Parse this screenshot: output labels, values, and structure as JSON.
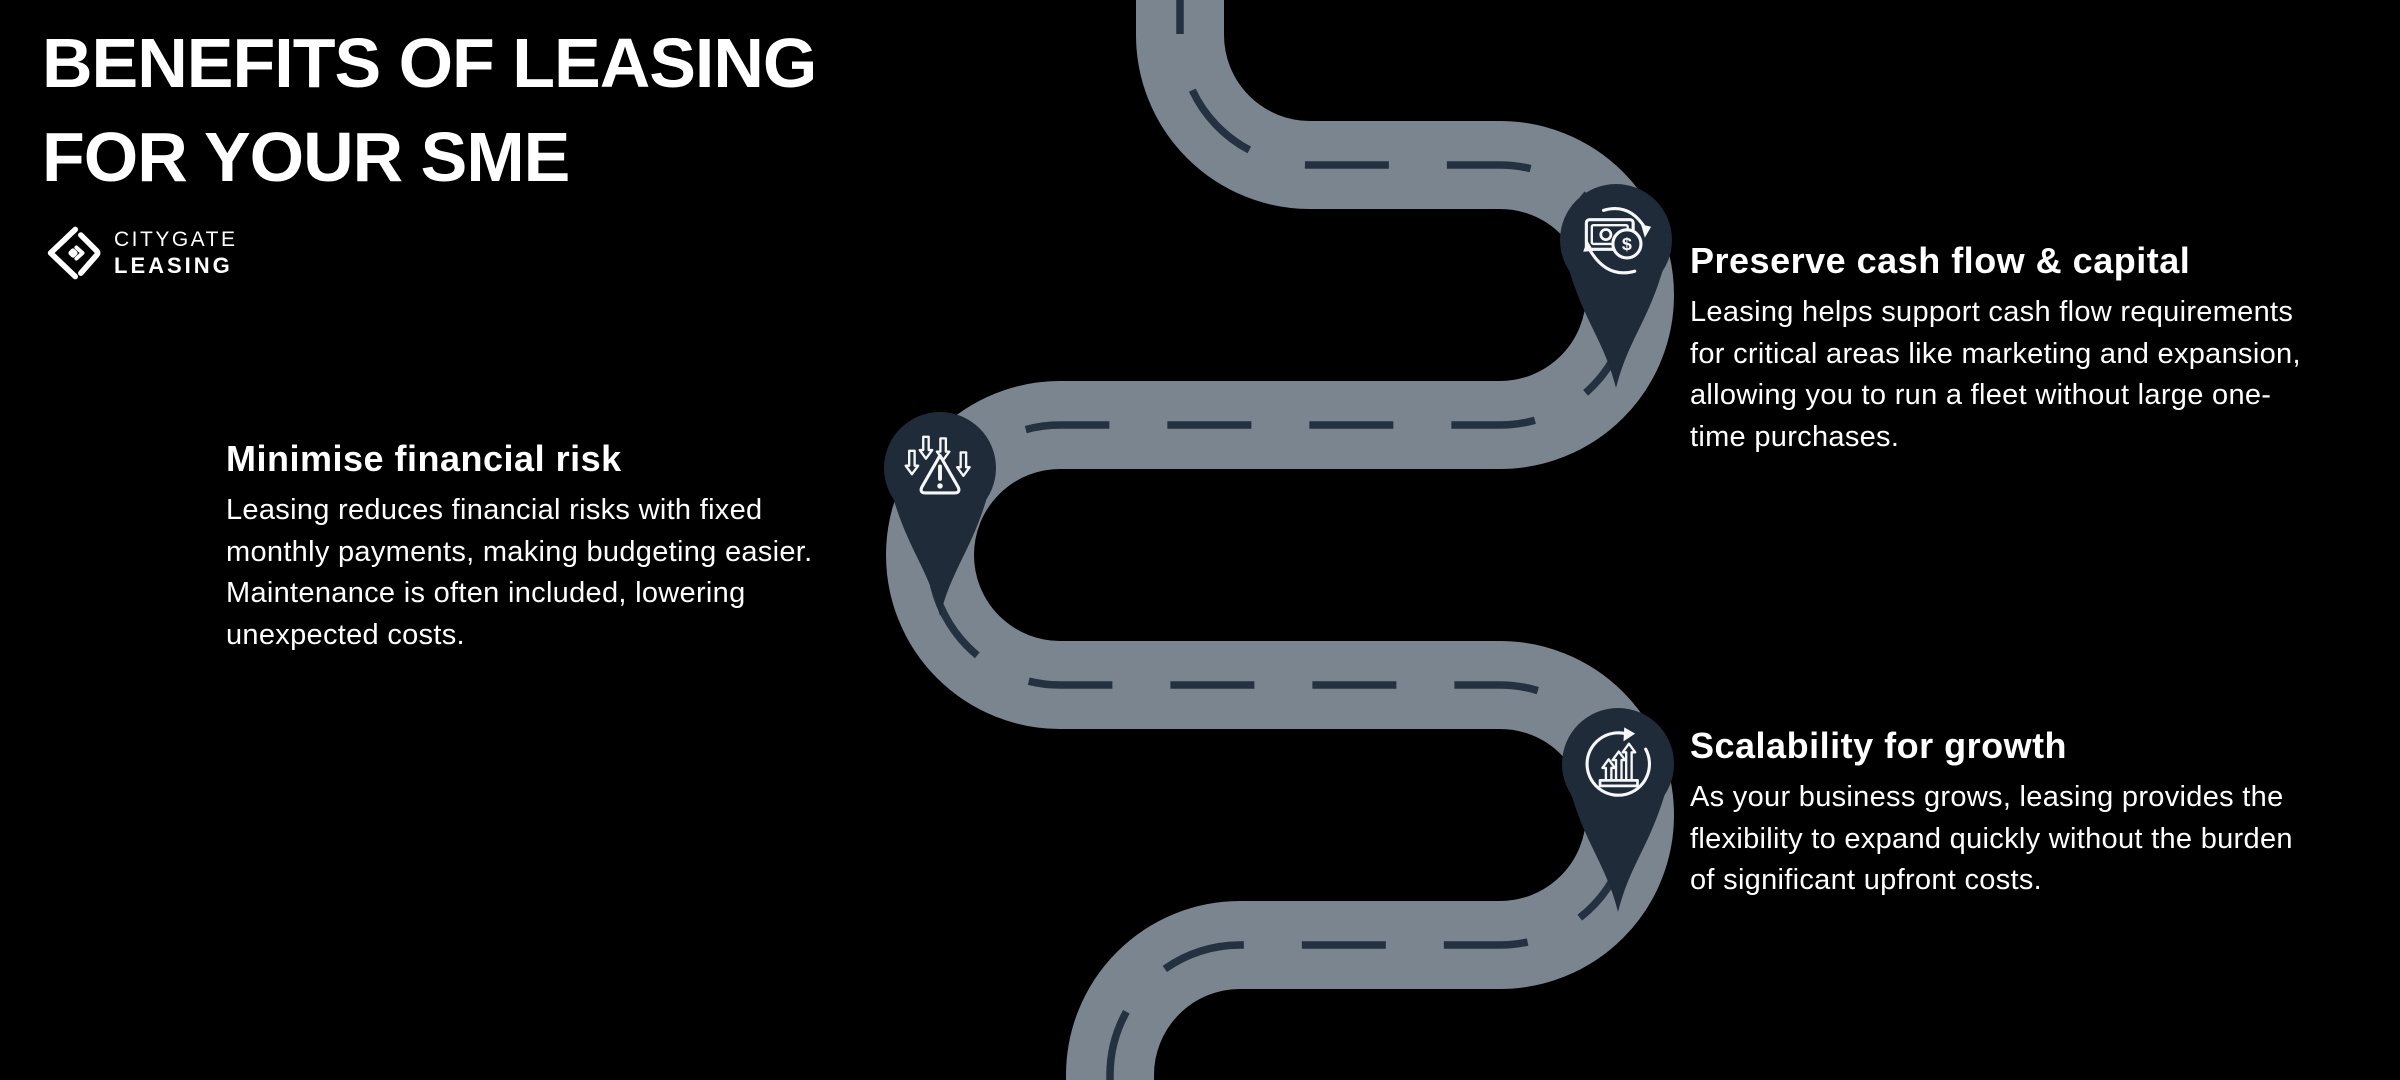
{
  "header": {
    "title_line1": "BENEFITS OF LEASING",
    "title_line2": "FOR YOUR SME"
  },
  "logo": {
    "name_top": "CITYGATE",
    "name_bottom": "LEASING",
    "mark": "citygate-diamond-logo-icon"
  },
  "colors": {
    "background": "#000000",
    "road": "#7b858f",
    "road_marking": "#243140",
    "pin": "#1f2b39",
    "text": "#ffffff"
  },
  "road": {
    "description": "serpentine road from top center to bottom center with dashed center line",
    "pin_count": "3"
  },
  "icons": {
    "dollar_glyph": "$"
  },
  "sections": [
    {
      "id": "preserve-cash-flow",
      "icon": "cash-cycle-icon",
      "title": "Preserve cash flow & capital",
      "body_lines": [
        "Leasing helps support cash flow requirements",
        "for critical areas like marketing and expansion,",
        "allowing you to run a fleet without large one-",
        "time purchases."
      ]
    },
    {
      "id": "minimise-financial-risk",
      "icon": "risk-warning-down-arrows-icon",
      "title": "Minimise financial risk",
      "body_lines": [
        "Leasing reduces financial risks with fixed",
        "monthly payments, making budgeting easier.",
        "Maintenance is often included, lowering",
        "unexpected costs."
      ]
    },
    {
      "id": "scalability-for-growth",
      "icon": "growth-arrows-cycle-icon",
      "title": "Scalability for growth",
      "body_lines": [
        "As your business grows, leasing provides the",
        "flexibility to expand quickly without the burden",
        "of significant upfront costs."
      ]
    }
  ]
}
